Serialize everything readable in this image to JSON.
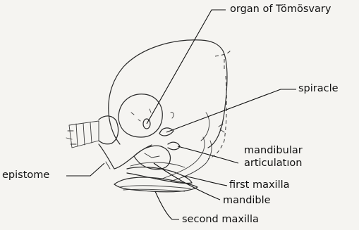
{
  "labels": {
    "organ_of_tomosvary": "organ of Tömösvary",
    "spiracle": "spiracle",
    "mandibular_articulation_line1": "mandibular",
    "mandibular_articulation_line2": "articulatıon",
    "epistome": "epistome",
    "first_maxilla": "first maxilla",
    "mandible": "mandible",
    "second_maxilla": "second maxilla"
  }
}
